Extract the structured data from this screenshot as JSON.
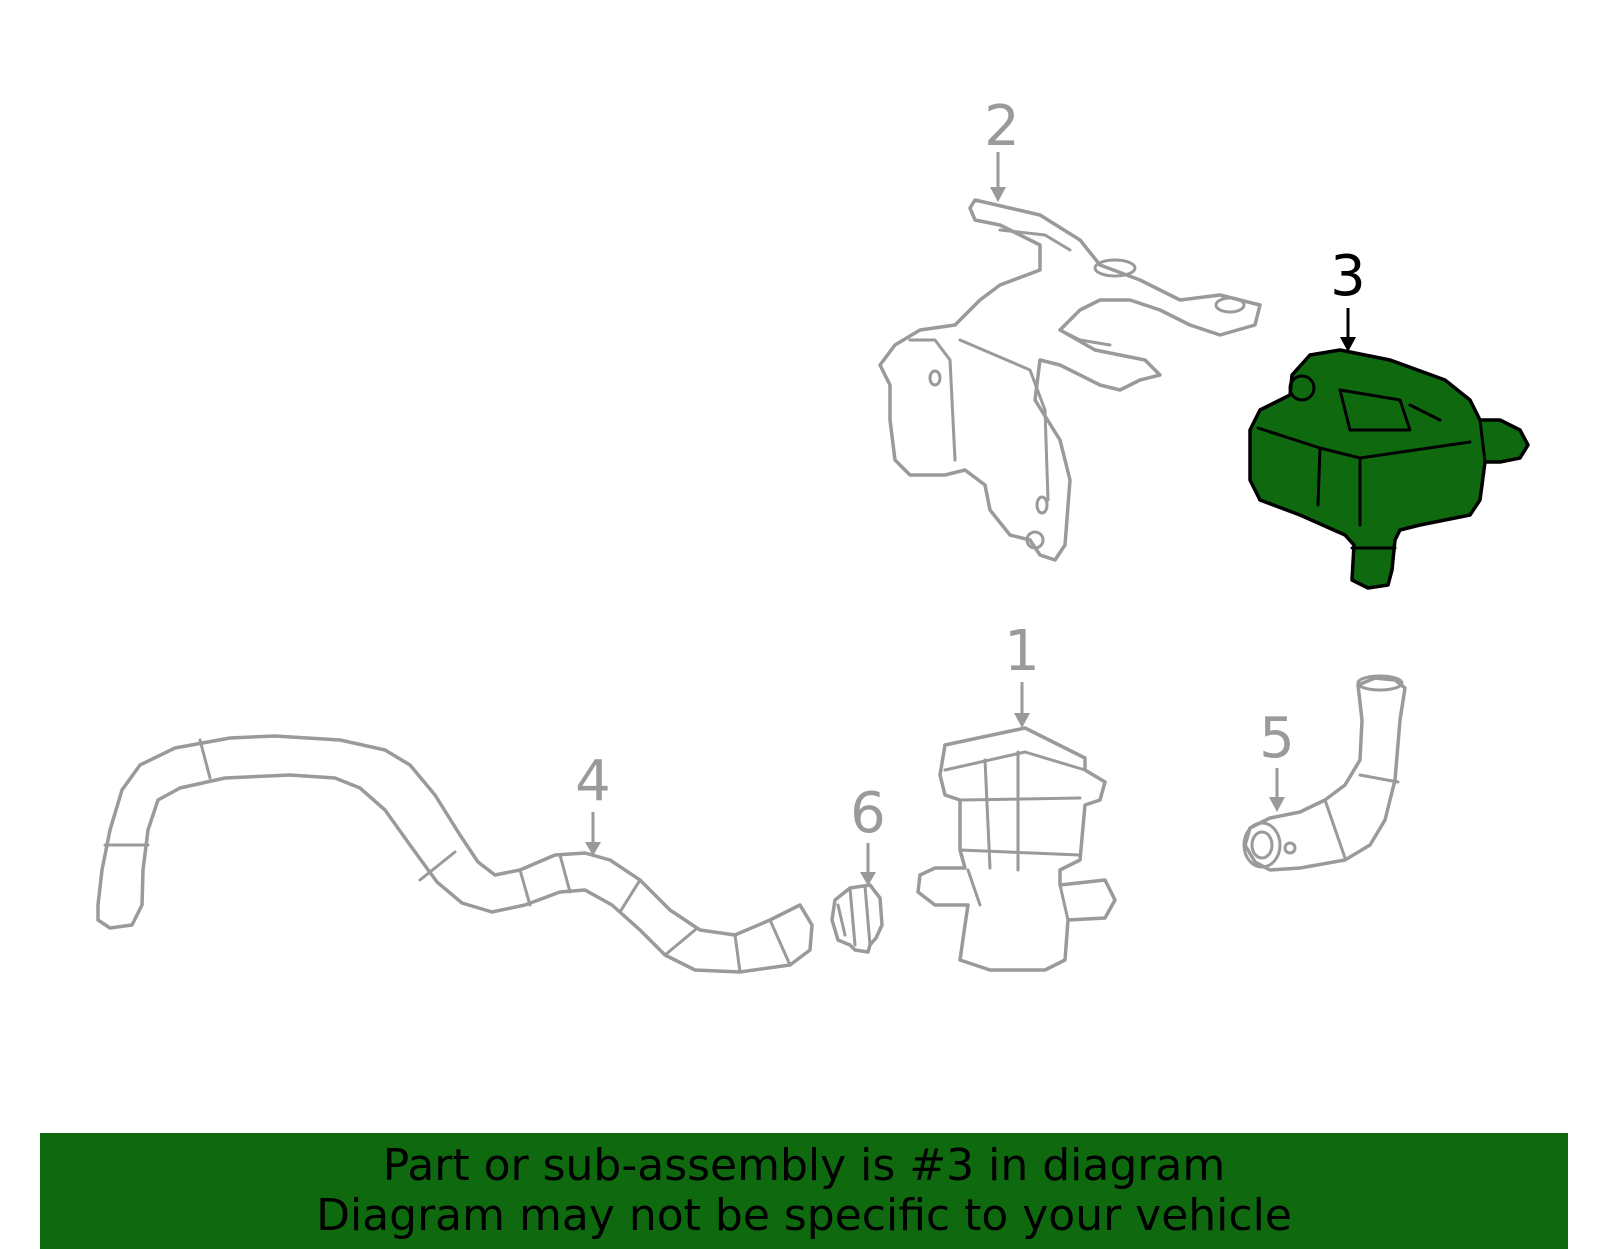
{
  "callouts": {
    "c1": "1",
    "c2": "2",
    "c3": "3",
    "c4": "4",
    "c5": "5",
    "c6": "6"
  },
  "highlighted_part": "3",
  "colors": {
    "highlight_fill": "#0f6a0f",
    "part_stroke": "#9a9a9a",
    "banner_bg": "#0f6a0f"
  },
  "banner": {
    "line1": "Part or sub-assembly is #3 in diagram",
    "line2": "Diagram may not be specific to your vehicle"
  }
}
